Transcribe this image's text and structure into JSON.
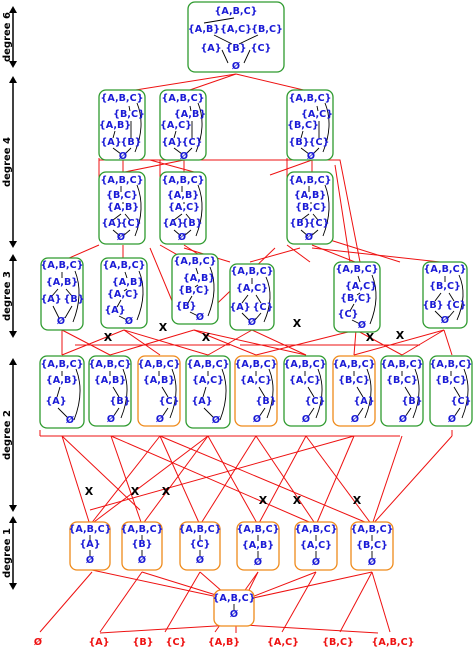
{
  "degrees": [
    "degree 6",
    "degree 4",
    "degree 3",
    "degree 2",
    "degree 1"
  ],
  "sets": {
    "ABC": "{A,B,C}",
    "AB": "{A,B}",
    "AC": "{A,C}",
    "BC": "{B,C}",
    "A": "{A}",
    "B": "{B}",
    "C": "{C}",
    "empty": "Ø"
  },
  "bottom_labels": [
    "Ø",
    "{A}",
    "{B}",
    "{C}",
    "{A,B}",
    "{A,C}",
    "{B,C}",
    "{A,B,C}"
  ],
  "cross_mark": "X",
  "colors": {
    "green_box": "#2e9a2e",
    "orange_box": "#ef8a1a",
    "connector": "#ee1111",
    "set_text": "#1a1ad6"
  }
}
